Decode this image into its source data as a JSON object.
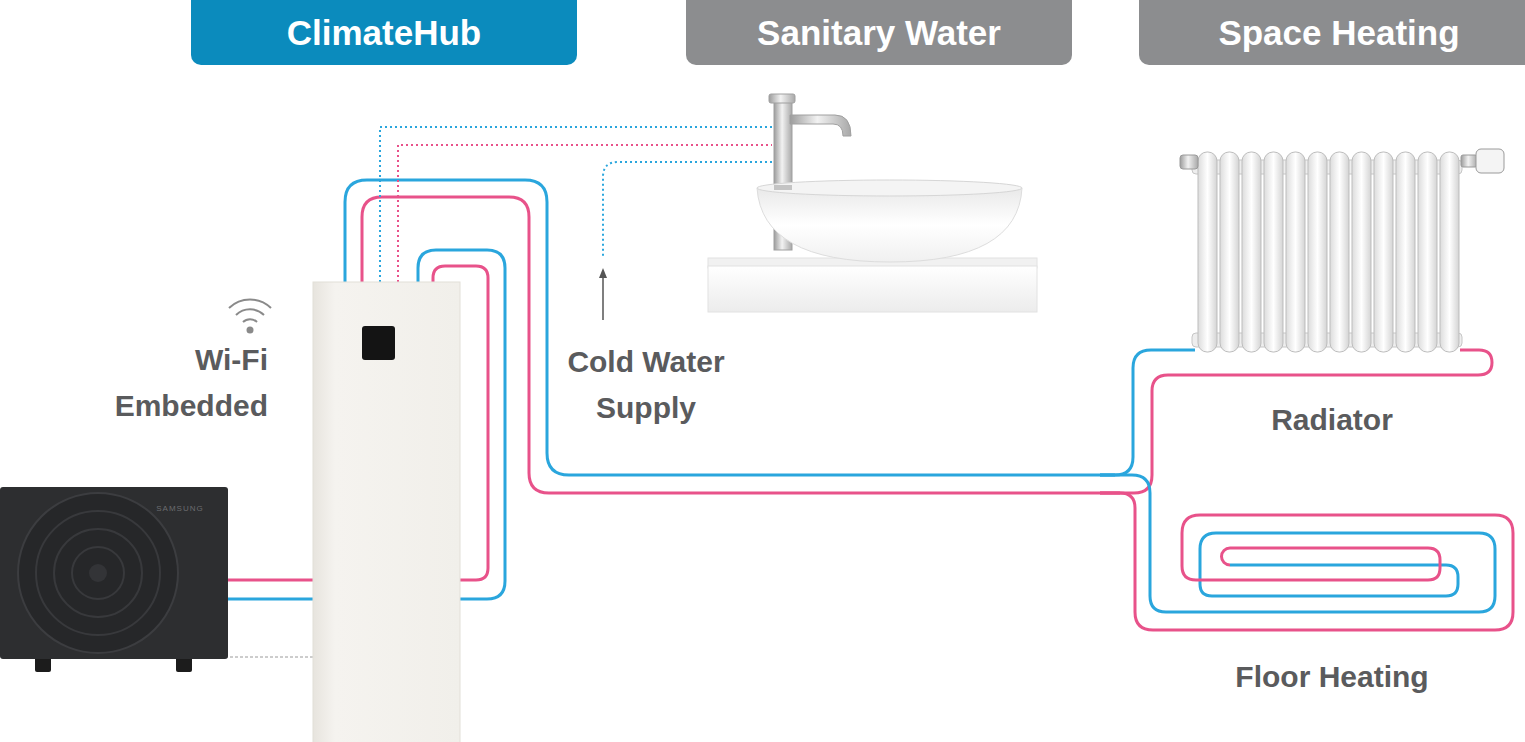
{
  "diagram": {
    "nodes": [
      {
        "text": [
          "ClimateHub"
        ]
      },
      {
        "text": [
          "Sanitary Water"
        ]
      },
      {
        "text": [
          "Space Heating"
        ]
      }
    ],
    "labels": [
      "Wi-Fi Embedded",
      "Cold Water Supply",
      "Radiator",
      "Floor Heating",
      "SAMSUNG"
    ]
  }
}
